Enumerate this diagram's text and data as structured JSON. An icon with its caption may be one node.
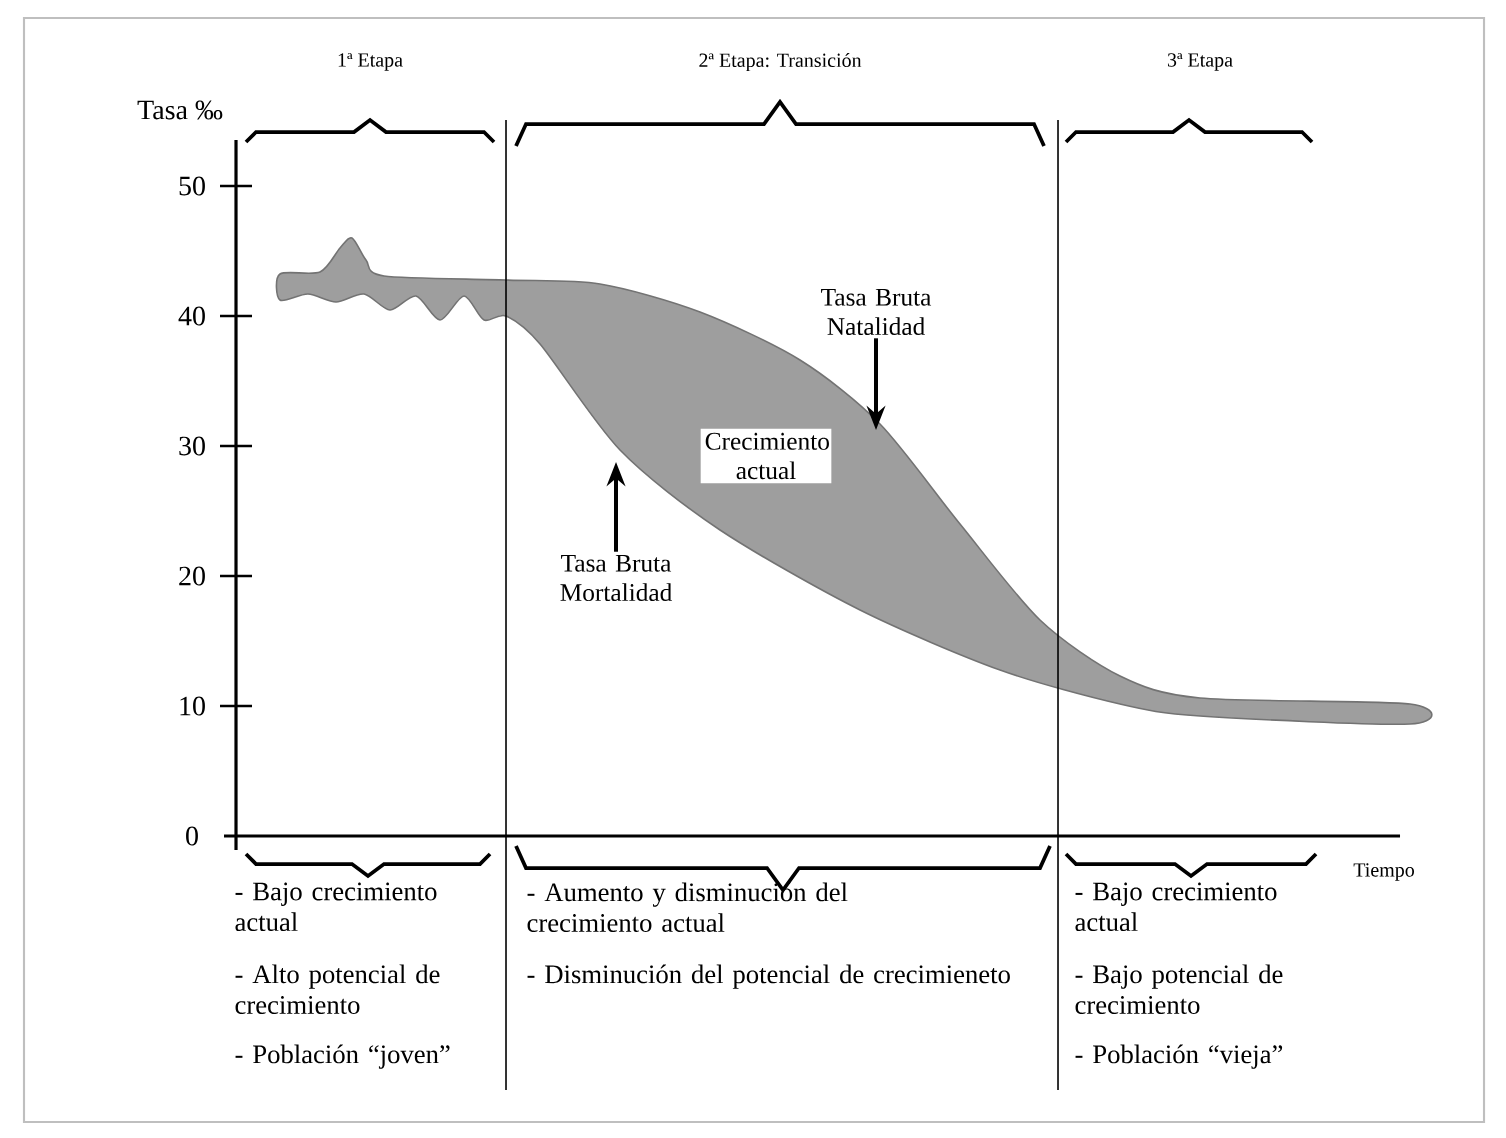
{
  "diagram": {
    "nodes": [
      {
        "text": [
          "Tasa Bruta Natalidad"
        ]
      },
      {
        "text": [
          "Tasa Bruta Mortalidad"
        ]
      }
    ],
    "edges": [
      {
        "from": 0,
        "to": null,
        "arrow": "to"
      },
      {
        "from": 1,
        "to": null,
        "arrow": "to"
      }
    ],
    "labels": [
      "1ª Etapa",
      "2ª Etapa: Transición",
      "3ª Etapa",
      "Tasa ‰",
      "50",
      "40",
      "30",
      "20",
      "10",
      "0",
      "Crecimiento actual",
      "Tiempo",
      "- Bajo crecimiento actual",
      "- Alto potencial de crecimiento",
      "- Población “joven”",
      "- Aumento y disminución del crecimiento actual",
      "- Disminución del potencial de crecimieneto",
      "- Bajo crecimiento actual",
      "- Bajo potencial de crecimiento",
      "- Población “vieja”"
    ]
  }
}
